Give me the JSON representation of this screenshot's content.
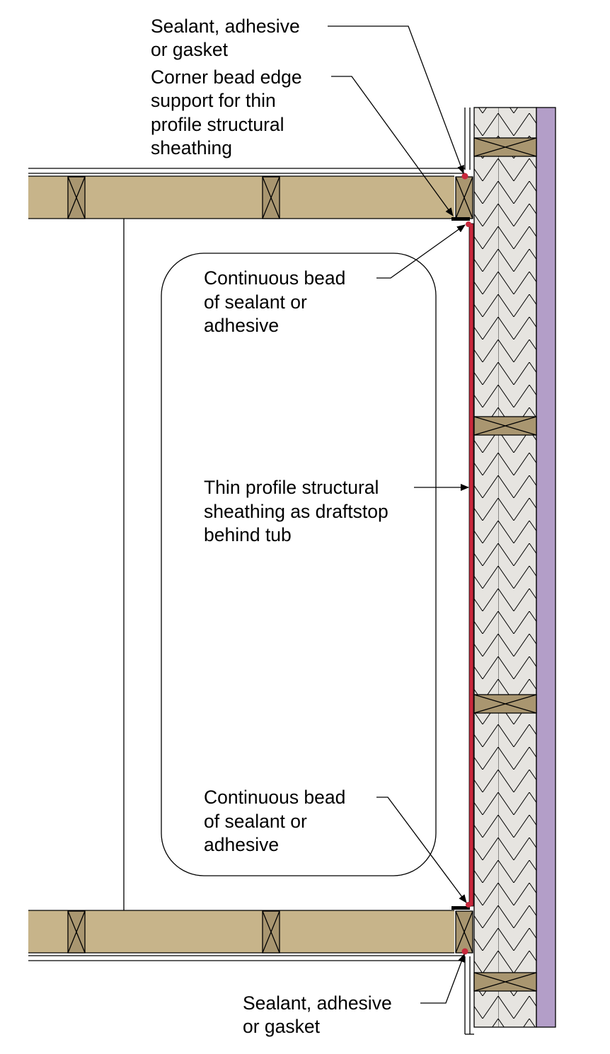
{
  "diagram": {
    "labels": {
      "top_sealant": [
        "Sealant, adhesive",
        "or gasket"
      ],
      "corner_bead": [
        "Corner bead edge",
        "support for thin",
        "profile structural",
        "sheathing"
      ],
      "top_bead": [
        "Continuous bead",
        "of sealant or",
        "adhesive"
      ],
      "thin_sheathing": [
        "Thin profile structural",
        "sheathing as draftstop",
        "behind tub"
      ],
      "bottom_bead": [
        "Continuous bead",
        "of sealant or",
        "adhesive"
      ],
      "bottom_sealant": [
        "Sealant, adhesive",
        "or gasket"
      ]
    },
    "colors": {
      "framing_wood": "#c7b48a",
      "block": "#a99670",
      "insulation": "#e6e4e0",
      "exterior_sheathing": "#b39ec8",
      "sealant_red": "#c8283c"
    }
  }
}
